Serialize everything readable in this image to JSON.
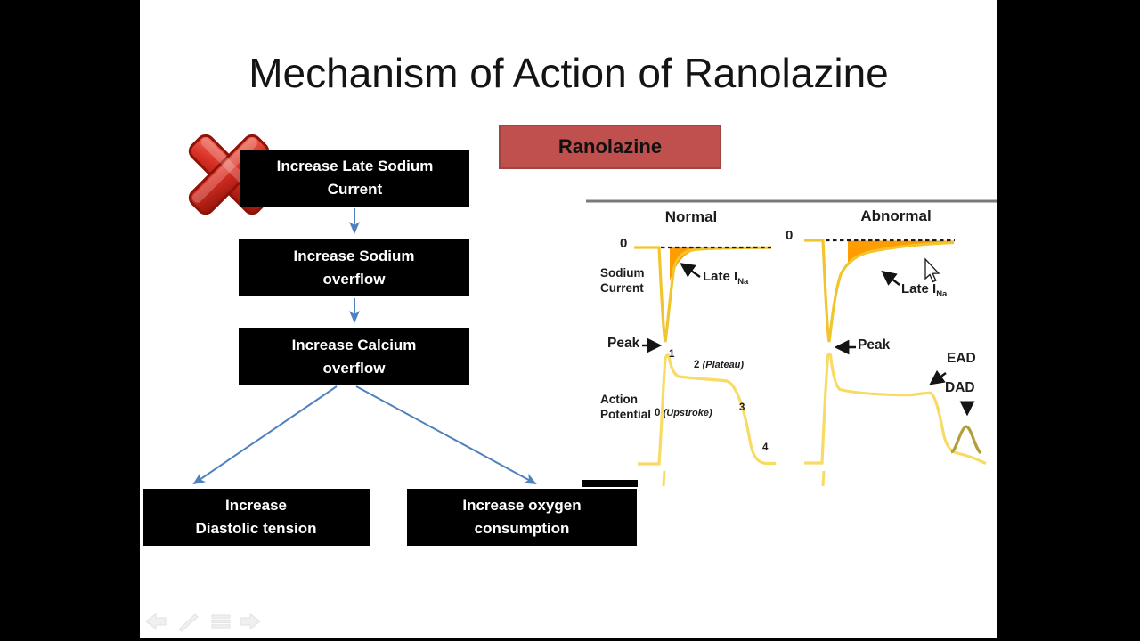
{
  "title": "Mechanism of Action of Ranolazine",
  "ranolazine": {
    "label": "Ranolazine",
    "fill": "#c0504d"
  },
  "flowchart": {
    "arrow_color": "#4f81bd",
    "blocked_icon": "red-cross",
    "boxes": [
      {
        "text": "Increase Late Sodium\nCurrent"
      },
      {
        "text": "Increase Sodium\noverflow"
      },
      {
        "text": "Increase Calcium\noverflow"
      },
      {
        "text": "Increase\nDiastolic tension"
      },
      {
        "text": "Increase oxygen\nconsumption"
      }
    ]
  },
  "diagram": {
    "headers": {
      "normal": "Normal",
      "abnormal": "Abnormal"
    },
    "axis": {
      "zero_normal": "0",
      "zero_abnormal": "0"
    },
    "row_labels": {
      "sodium_current": "Sodium\nCurrent",
      "action_potential": "Action\nPotential"
    },
    "annotations": {
      "late_ina": "Late I",
      "late_ina_sub": "Na",
      "peak": "Peak",
      "phase1": "1",
      "phase2": "2",
      "plateau": "(Plateau)",
      "phase0": "0",
      "upstroke": "(Upstroke)",
      "phase3": "3",
      "phase4": "4",
      "ead": "EAD",
      "dad": "DAD"
    },
    "colors": {
      "trace_gold": "#f2c52e",
      "trace_pale": "#f7db63",
      "late_fill": "#ff9c00",
      "dad_trace": "#afa03b",
      "divider": "#7a7a7a"
    }
  },
  "presenter_toolbar": {
    "buttons": [
      {
        "name": "previous-slide"
      },
      {
        "name": "pen"
      },
      {
        "name": "menu"
      },
      {
        "name": "next-slide"
      }
    ]
  }
}
